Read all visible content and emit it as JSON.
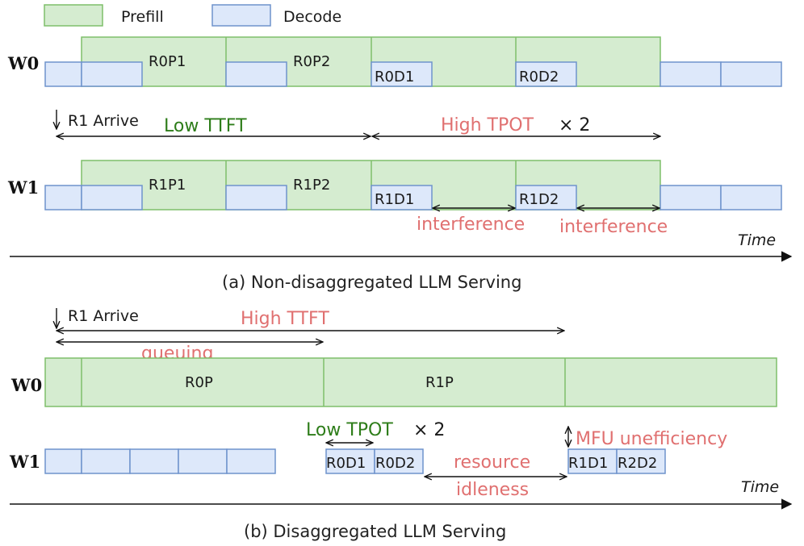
{
  "legend": {
    "prefill": "Prefill",
    "decode": "Decode"
  },
  "colors": {
    "prefill_fill": "#d5ecd0",
    "prefill_stroke": "#7fbf6a",
    "decode_fill": "#dde8fa",
    "decode_stroke": "#6f93cc",
    "good_text": "#2e7d1a",
    "bad_text": "#e07070"
  },
  "panel_a": {
    "caption": "(a) Non-disaggregated LLM Serving",
    "w0": {
      "label": "W0",
      "segments": [
        "R0P1",
        "R0P2",
        "R0D1",
        "R0D2"
      ]
    },
    "w1": {
      "label": "W1",
      "segments": [
        "R1P1",
        "R1P2",
        "R1D1",
        "R1D2"
      ]
    },
    "arrive": "R1 Arrive",
    "low_ttft": "Low TTFT",
    "high_tpot": "High TPOT",
    "times_two": "× 2",
    "interference_1": "interference",
    "interference_2": "interference",
    "time": "Time"
  },
  "panel_b": {
    "caption": "(b) Disaggregated LLM Serving",
    "arrive": "R1 Arrive",
    "high_ttft": "High TTFT",
    "queuing": "queuing",
    "w0": {
      "label": "W0",
      "segments": [
        "R0P",
        "R1P"
      ]
    },
    "w1": {
      "label": "W1",
      "segments": [
        "R0D1",
        "R0D2",
        "R1D1",
        "R2D2"
      ]
    },
    "low_tpot": "Low TPOT",
    "times_two": "× 2",
    "mfu": "MFU unefficiency",
    "resource": "resource",
    "idleness": "idleness",
    "time": "Time"
  }
}
